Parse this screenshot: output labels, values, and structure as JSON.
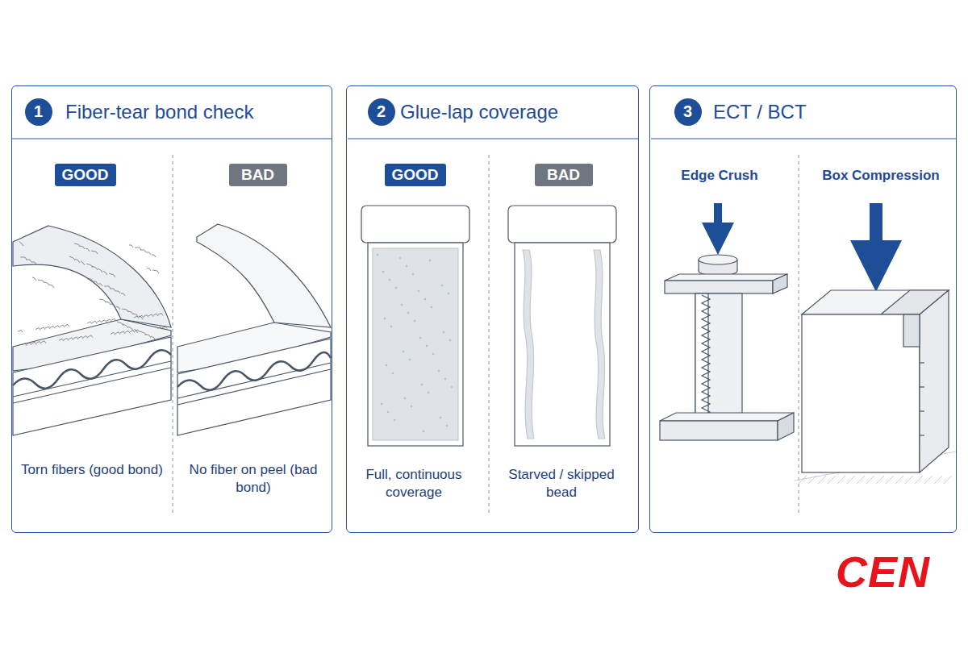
{
  "diagram": {
    "nodes": [
      {
        "text": [
          "Fiber-tear bond check"
        ]
      },
      {
        "text": [
          "1"
        ],
        "in": 0
      },
      {
        "text": [
          "GOOD"
        ],
        "in": 0
      },
      {
        "text": [
          "BAD"
        ],
        "in": 0
      },
      {
        "text": [
          "Glue-lap coverage"
        ]
      },
      {
        "text": [
          "2"
        ],
        "in": 4
      },
      {
        "text": [
          "GOOD"
        ],
        "in": 4
      },
      {
        "text": [
          "BAD"
        ],
        "in": 4
      },
      {
        "text": [
          "ECT / BCT"
        ]
      },
      {
        "text": [
          "3"
        ],
        "in": 8
      }
    ],
    "labels": [
      "Torn fibers (good bond)",
      "No fiber on peel (bad bond)",
      "Full, continuous coverage",
      "Starved / skipped bead",
      "Edge Crush",
      "Box Compression",
      "CEN"
    ]
  }
}
